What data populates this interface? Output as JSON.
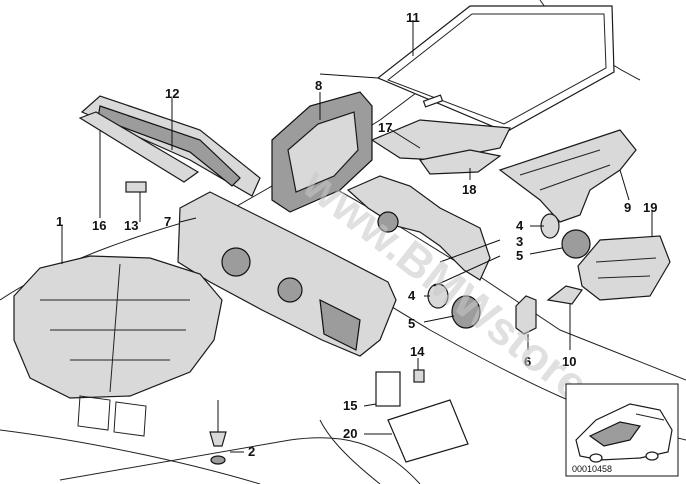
{
  "watermark": "www.BMWstore.pl",
  "diagram_code": "00010458",
  "callouts": {
    "c1": "1",
    "c2": "2",
    "c3": "3",
    "c4a": "4",
    "c4b": "4",
    "c5a": "5",
    "c5b": "5",
    "c6": "6",
    "c7": "7",
    "c8": "8",
    "c9": "9",
    "c10": "10",
    "c11": "11",
    "c12": "12",
    "c13": "13",
    "c14": "14",
    "c15": "15",
    "c16": "16",
    "c17": "17",
    "c18": "18",
    "c19": "19",
    "c20": "20"
  }
}
